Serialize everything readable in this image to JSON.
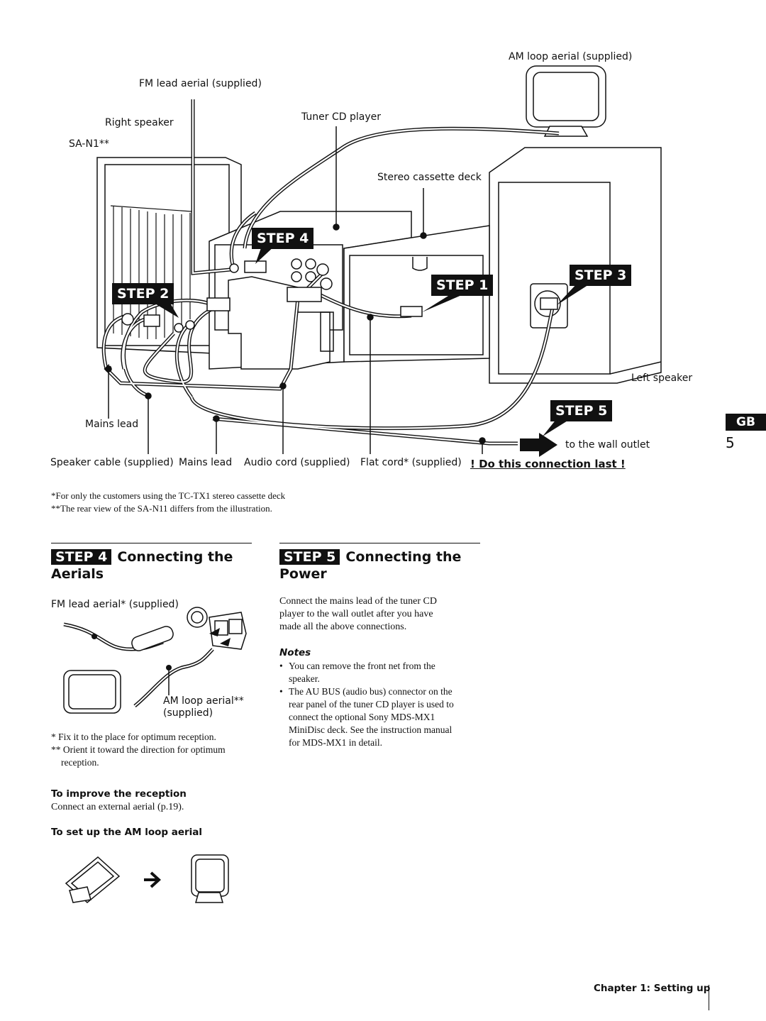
{
  "diagram": {
    "labels": {
      "am_loop": "AM loop aerial (supplied)",
      "fm_lead": "FM lead aerial (supplied)",
      "right_speaker": "Right speaker",
      "sa_n1": "SA-N1**",
      "tuner_cd": "Tuner CD player",
      "cassette": "Stereo cassette deck",
      "left_speaker": "Left speaker",
      "mains_lead_left": "Mains lead",
      "wall_outlet": "to the wall outlet",
      "speaker_cable": "Speaker cable (supplied)",
      "mains_lead_bottom": "Mains lead",
      "audio_cord": "Audio cord (supplied)",
      "flat_cord": "Flat cord* (supplied)",
      "do_last": "! Do this connection last !"
    },
    "steps": {
      "s1": "STEP 1",
      "s2": "STEP 2",
      "s3": "STEP 3",
      "s4": "STEP 4",
      "s5": "STEP 5"
    }
  },
  "side": {
    "region": "GB",
    "page_number": "5"
  },
  "footnotes": {
    "f1": "*For only the customers using the TC-TX1 stereo cassette deck",
    "f2": "**The rear view of the SA-N11 differs from the illustration."
  },
  "step4": {
    "tag": "STEP 4",
    "title_a": "Connecting the",
    "title_b": "Aerials",
    "fm_label": "FM lead aerial* (supplied)",
    "am_label_1": "AM loop aerial**",
    "am_label_2": "(supplied)",
    "note1": "*  Fix it to the place for optimum reception.",
    "note2a": "** Orient it toward the direction for optimum",
    "note2b": "reception.",
    "improve_head": "To improve the reception",
    "improve_text": "Connect an external aerial (p.19).",
    "setup_head": "To set up the AM loop aerial"
  },
  "step5": {
    "tag": "STEP 5",
    "title_a": "Connecting the",
    "title_b": "Power",
    "body1": "Connect the mains lead of the tuner CD",
    "body2": "player to the wall outlet after you have",
    "body3": "made all the above connections.",
    "notes_head": "Notes",
    "n1a": "You can remove the front net from the",
    "n1b": "speaker.",
    "n2a": "The AU BUS (audio bus) connector on the",
    "n2b": "rear panel of the tuner CD player is used to",
    "n2c": "connect the optional Sony MDS-MX1",
    "n2d": "MiniDisc deck.  See the instruction manual",
    "n2e": "for MDS-MX1 in detail."
  },
  "footer": {
    "chapter": "Chapter 1: Setting up"
  }
}
